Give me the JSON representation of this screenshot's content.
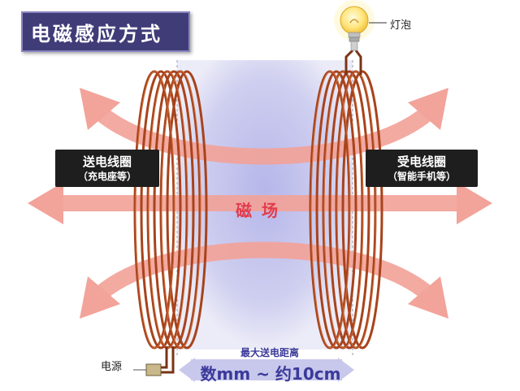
{
  "title": "电磁感应方式",
  "field_label": "磁场",
  "transmitter": {
    "main": "送电线圈",
    "sub": "（充电座等）"
  },
  "receiver": {
    "main": "受电线圈",
    "sub": "（智能手机等）"
  },
  "bulb_label": "灯泡",
  "power_label": "电源",
  "distance": {
    "caption": "最大送电距离",
    "value": "数mm ~ 约10cm"
  },
  "colors": {
    "coil": "#a8431c",
    "arrow": "#f2a39a",
    "field_zone": "#c8c8ec",
    "title_bg": "#3f3c78",
    "label_bg": "#1e1e1e",
    "field_text": "#e23c4c",
    "distance_text": "#3b3a9a"
  },
  "icons": [
    "light-bulb-icon",
    "power-plug-icon",
    "double-arrow-icon"
  ]
}
